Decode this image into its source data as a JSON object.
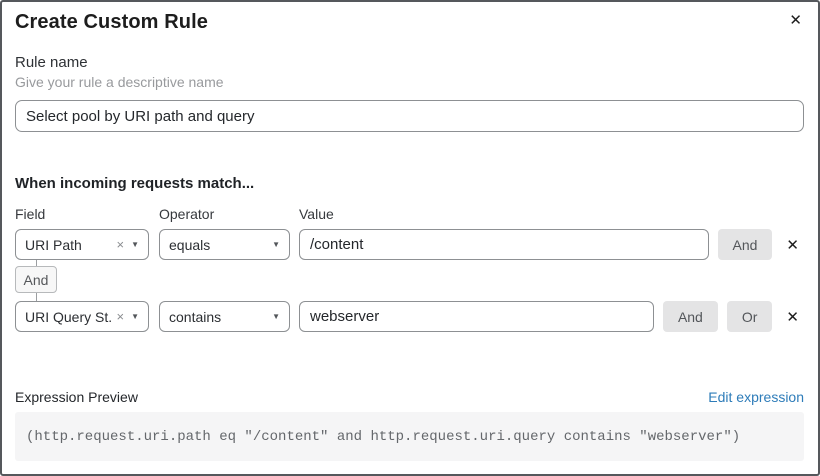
{
  "dialog": {
    "title": "Create Custom Rule"
  },
  "icons": {
    "close": "✕",
    "delete_row": "✕",
    "clear": "×",
    "caret_down": "▼"
  },
  "rule_name": {
    "label": "Rule name",
    "hint": "Give your rule a descriptive name",
    "value": "Select pool by URI path and query"
  },
  "match_section": {
    "heading": "When incoming requests match...",
    "columns": {
      "field": "Field",
      "operator": "Operator",
      "value": "Value"
    },
    "connector_label": "And",
    "rows": [
      {
        "field": "URI Path",
        "operator": "equals",
        "value": "/content",
        "and_label": "And"
      },
      {
        "field": "URI Query St...",
        "operator": "contains",
        "value": "webserver",
        "and_label": "And",
        "or_label": "Or"
      }
    ]
  },
  "expression_preview": {
    "label": "Expression Preview",
    "edit_link": "Edit expression",
    "expression": "(http.request.uri.path eq \"/content\" and http.request.uri.query contains \"webserver\")"
  },
  "colors": {
    "link": "#2e7cb9",
    "button_bg": "#e4e4e5",
    "code_bg": "#f5f5f6",
    "border": "#8d9093"
  }
}
